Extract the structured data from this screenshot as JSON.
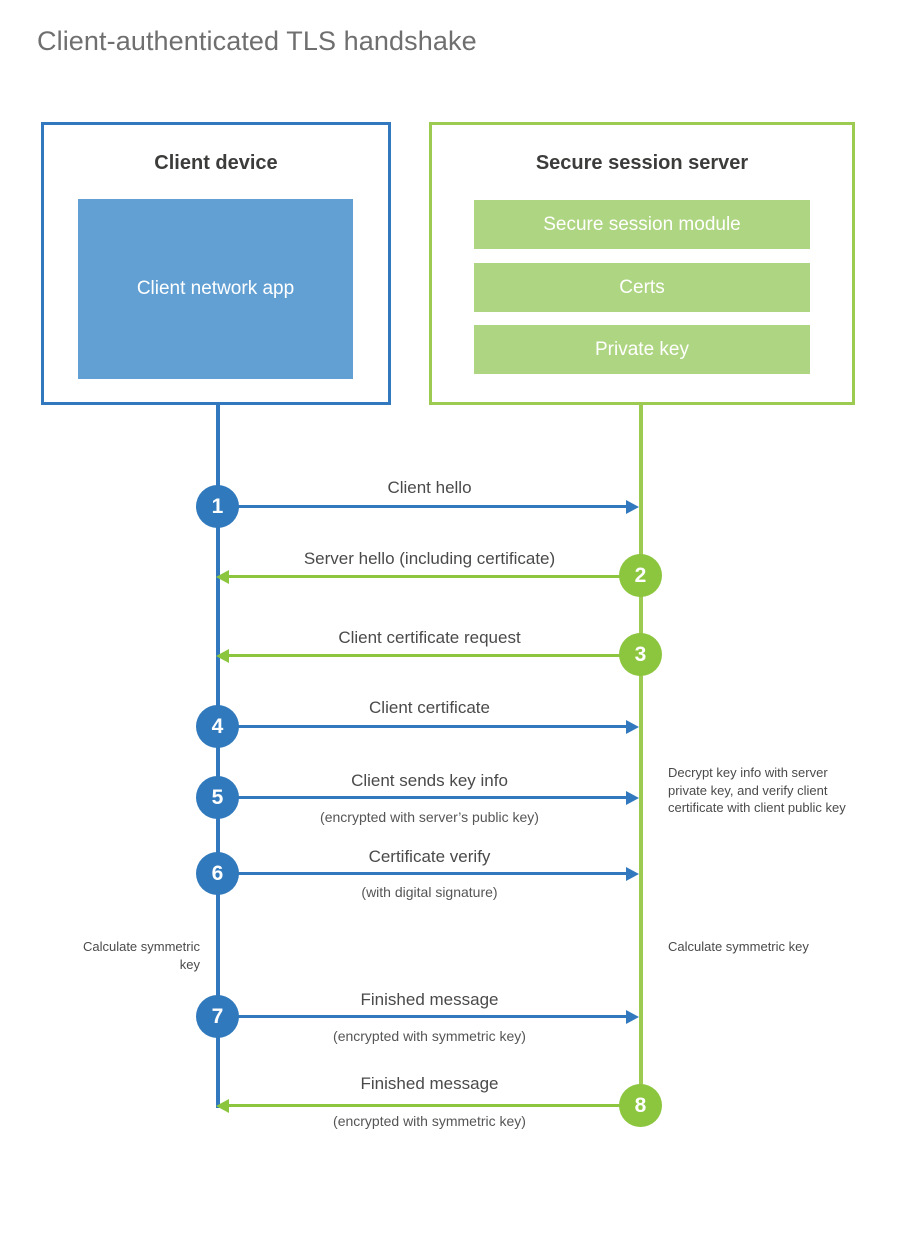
{
  "title": "Client-authenticated TLS handshake",
  "colors": {
    "client_blue": "#3178be",
    "client_app_blue": "#62a0d4",
    "step_blue": "#3079bd",
    "server_green": "#9dcb51",
    "server_bar_green": "#aed581",
    "step_green": "#8cc63e",
    "title_gray": "#6f6f6f",
    "text_dark": "#3c3c3b"
  },
  "client": {
    "title": "Client device",
    "app_label": "Client network app"
  },
  "server": {
    "title": "Secure session server",
    "components": [
      {
        "label": "Secure session module"
      },
      {
        "label": "Certs"
      },
      {
        "label": "Private key"
      }
    ]
  },
  "steps": [
    {
      "number": "1",
      "label": "Client hello",
      "sublabel": "",
      "direction": "client-to-server",
      "color": "blue"
    },
    {
      "number": "2",
      "label": "Server hello (including certificate)",
      "sublabel": "",
      "direction": "server-to-client",
      "color": "green"
    },
    {
      "number": "3",
      "label": "Client certificate request",
      "sublabel": "",
      "direction": "server-to-client",
      "color": "green"
    },
    {
      "number": "4",
      "label": "Client certificate",
      "sublabel": "",
      "direction": "client-to-server",
      "color": "blue"
    },
    {
      "number": "5",
      "label": "Client sends key info",
      "sublabel": "(encrypted with server’s public key)",
      "direction": "client-to-server",
      "color": "blue"
    },
    {
      "number": "6",
      "label": "Certificate verify",
      "sublabel": "(with digital signature)",
      "direction": "client-to-server",
      "color": "blue"
    },
    {
      "number": "7",
      "label": "Finished message",
      "sublabel": "(encrypted with symmetric key)",
      "direction": "client-to-server",
      "color": "blue"
    },
    {
      "number": "8",
      "label": "Finished message",
      "sublabel": "(encrypted with symmetric key)",
      "direction": "server-to-client",
      "color": "green"
    }
  ],
  "annotations": {
    "server_decrypt_note": "Decrypt key info with server private key, and verify client certificate with client public key",
    "client_calculate_key": "Calculate symmetric key",
    "server_calculate_key": "Calculate symmetric key"
  }
}
